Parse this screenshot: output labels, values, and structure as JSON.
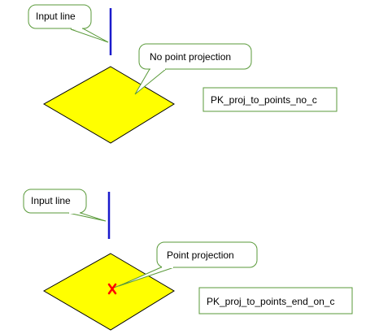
{
  "colors": {
    "background": "#ffffff",
    "callout_border": "#5a9a3a",
    "callout_fill": "#ffffff",
    "label_box_border": "#5a9a3a",
    "input_line": "#1a1acc",
    "face_fill": "#ffff00",
    "face_stroke": "#000000",
    "projection_marker": "#ff0000",
    "leader_line": "#5a9a3a"
  },
  "icons": {
    "projection_marker": "x-cross-marker"
  },
  "top_diagram": {
    "callout_input_line": "Input line",
    "callout_projection": "No point projection",
    "function_label": "PK_proj_to_points_no_c"
  },
  "bottom_diagram": {
    "callout_input_line": "Input line",
    "callout_projection": "Point projection",
    "function_label": "PK_proj_to_points_end_on_c"
  }
}
